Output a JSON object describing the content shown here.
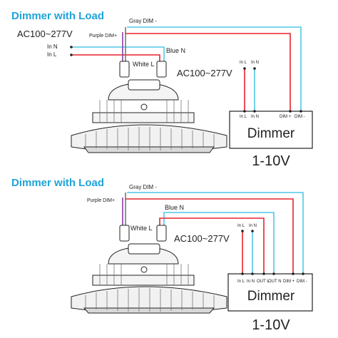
{
  "diagram_top": {
    "title": "Dimmer with Load",
    "ac_input_label": "AC100~277V",
    "in_n_label": "In N",
    "in_l_label": "In L",
    "gray_wire_label": "Gray DIM -",
    "purple_wire_label": "Purple DIM+",
    "blue_wire_label": "Blue N",
    "white_wire_label": "White L",
    "dimmer_ac_label": "AC100~277V",
    "dimmer_top_terminals": [
      "In L",
      "In N"
    ],
    "dimmer_bottom_terminals": [
      "In L",
      "In N",
      "DIM +",
      "DIM -"
    ],
    "dimmer_name": "Dimmer",
    "dimmer_type": "1-10V"
  },
  "diagram_bottom": {
    "title": "Dimmer with Load",
    "gray_wire_label": "Gray DIM -",
    "purple_wire_label": "Purple DIM+",
    "blue_wire_label": "Blue N",
    "white_wire_label": "White L",
    "ac_input_label": "AC100~277V",
    "dimmer_top_terminals": [
      "In L",
      "In N"
    ],
    "dimmer_bottom_terminals": [
      "In L",
      "In N",
      "OUT L",
      "OUT N",
      "DIM +",
      "DIM -"
    ],
    "dimmer_name": "Dimmer",
    "dimmer_type": "1-10V"
  },
  "colors": {
    "title": "#1fa3d9",
    "wire_red": "#e8242c",
    "wire_cyan": "#4fc8e6",
    "wire_purple": "#8a3fa0",
    "wire_gray": "#777777",
    "line_black": "#222222"
  },
  "icons": {
    "fixture": "ufo-high-bay-light-icon",
    "terminal": "terminal-dot-icon"
  }
}
